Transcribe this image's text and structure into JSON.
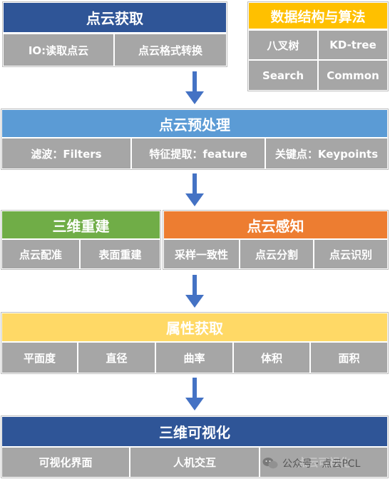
{
  "colors": {
    "navy": "#2f5597",
    "sky_blue": "#5b9bd5",
    "green": "#70ad47",
    "orange": "#ed7d31",
    "yellow": "#ffd966",
    "gold": "#ffc000",
    "cell_gray": "#a6a6a6",
    "arrow_blue": "#4472c4"
  },
  "acquisition": {
    "title": "点云获取",
    "items": [
      "IO:读取点云",
      "点云格式转换"
    ]
  },
  "datastruct": {
    "title": "数据结构与算法",
    "items": [
      "八叉树",
      "KD-tree",
      "Search",
      "Common"
    ]
  },
  "preprocess": {
    "title": "点云预处理",
    "items": [
      "滤波：Filters",
      "特征提取：feature",
      "关键点：Keypoints"
    ]
  },
  "reconstruction": {
    "title": "三维重建",
    "items": [
      "点云配准",
      "表面重建"
    ]
  },
  "perception": {
    "title": "点云感知",
    "items": [
      "采样一致性",
      "点云分割",
      "点云识别"
    ]
  },
  "attributes": {
    "title": "属性获取",
    "items": [
      "平面度",
      "直径",
      "曲率",
      "体积",
      "面积"
    ]
  },
  "visualization": {
    "title": "三维可视化",
    "items": [
      "可视化界面",
      "人机交互",
      "点云可视化"
    ]
  },
  "watermark": {
    "text": "公众号 · 点云PCL",
    "icon": "wechat-icon"
  }
}
